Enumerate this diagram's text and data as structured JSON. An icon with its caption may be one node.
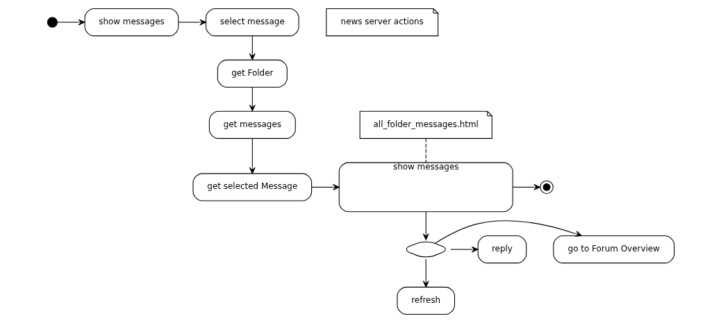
{
  "diagram": {
    "nodes": [
      {
        "text": [],
        "shape": "circle"
      },
      {
        "text": [
          "show messages"
        ]
      },
      {
        "text": [
          "select message"
        ]
      },
      {
        "text": [
          "get Folder"
        ]
      },
      {
        "text": [
          "get messages"
        ]
      },
      {
        "text": [
          "get selected Message"
        ]
      },
      {
        "text": [
          "show messages"
        ]
      },
      {
        "text": [],
        "shape": "diamond"
      },
      {
        "text": [
          "refresh"
        ]
      },
      {
        "text": [
          "go to Forum Overview"
        ]
      },
      {
        "text": [
          "reply"
        ]
      },
      {
        "text": [],
        "shape": "bullseye"
      },
      {
        "text": [
          "news server actions"
        ]
      },
      {
        "text": [
          "all_folder_messages.html"
        ]
      }
    ],
    "edges": [
      {
        "from": 0,
        "to": 1,
        "arrow": "to"
      },
      {
        "from": 1,
        "to": 2,
        "arrow": "to"
      },
      {
        "from": 2,
        "to": 3,
        "arrow": "to"
      },
      {
        "from": 3,
        "to": 4,
        "arrow": "to"
      },
      {
        "from": 4,
        "to": 5,
        "arrow": "to"
      },
      {
        "from": 5,
        "to": 6,
        "arrow": "to"
      },
      {
        "from": 6,
        "to": 7,
        "arrow": "to"
      },
      {
        "from": 7,
        "to": 8,
        "arrow": "to"
      },
      {
        "from": 7,
        "to": 9,
        "arrow": "to"
      },
      {
        "from": 7,
        "to": 10,
        "arrow": "to"
      },
      {
        "from": 6,
        "to": 11,
        "arrow": "to"
      },
      {
        "from": 13,
        "to": 6,
        "arrow": "none",
        "style": "dashed"
      }
    ]
  }
}
